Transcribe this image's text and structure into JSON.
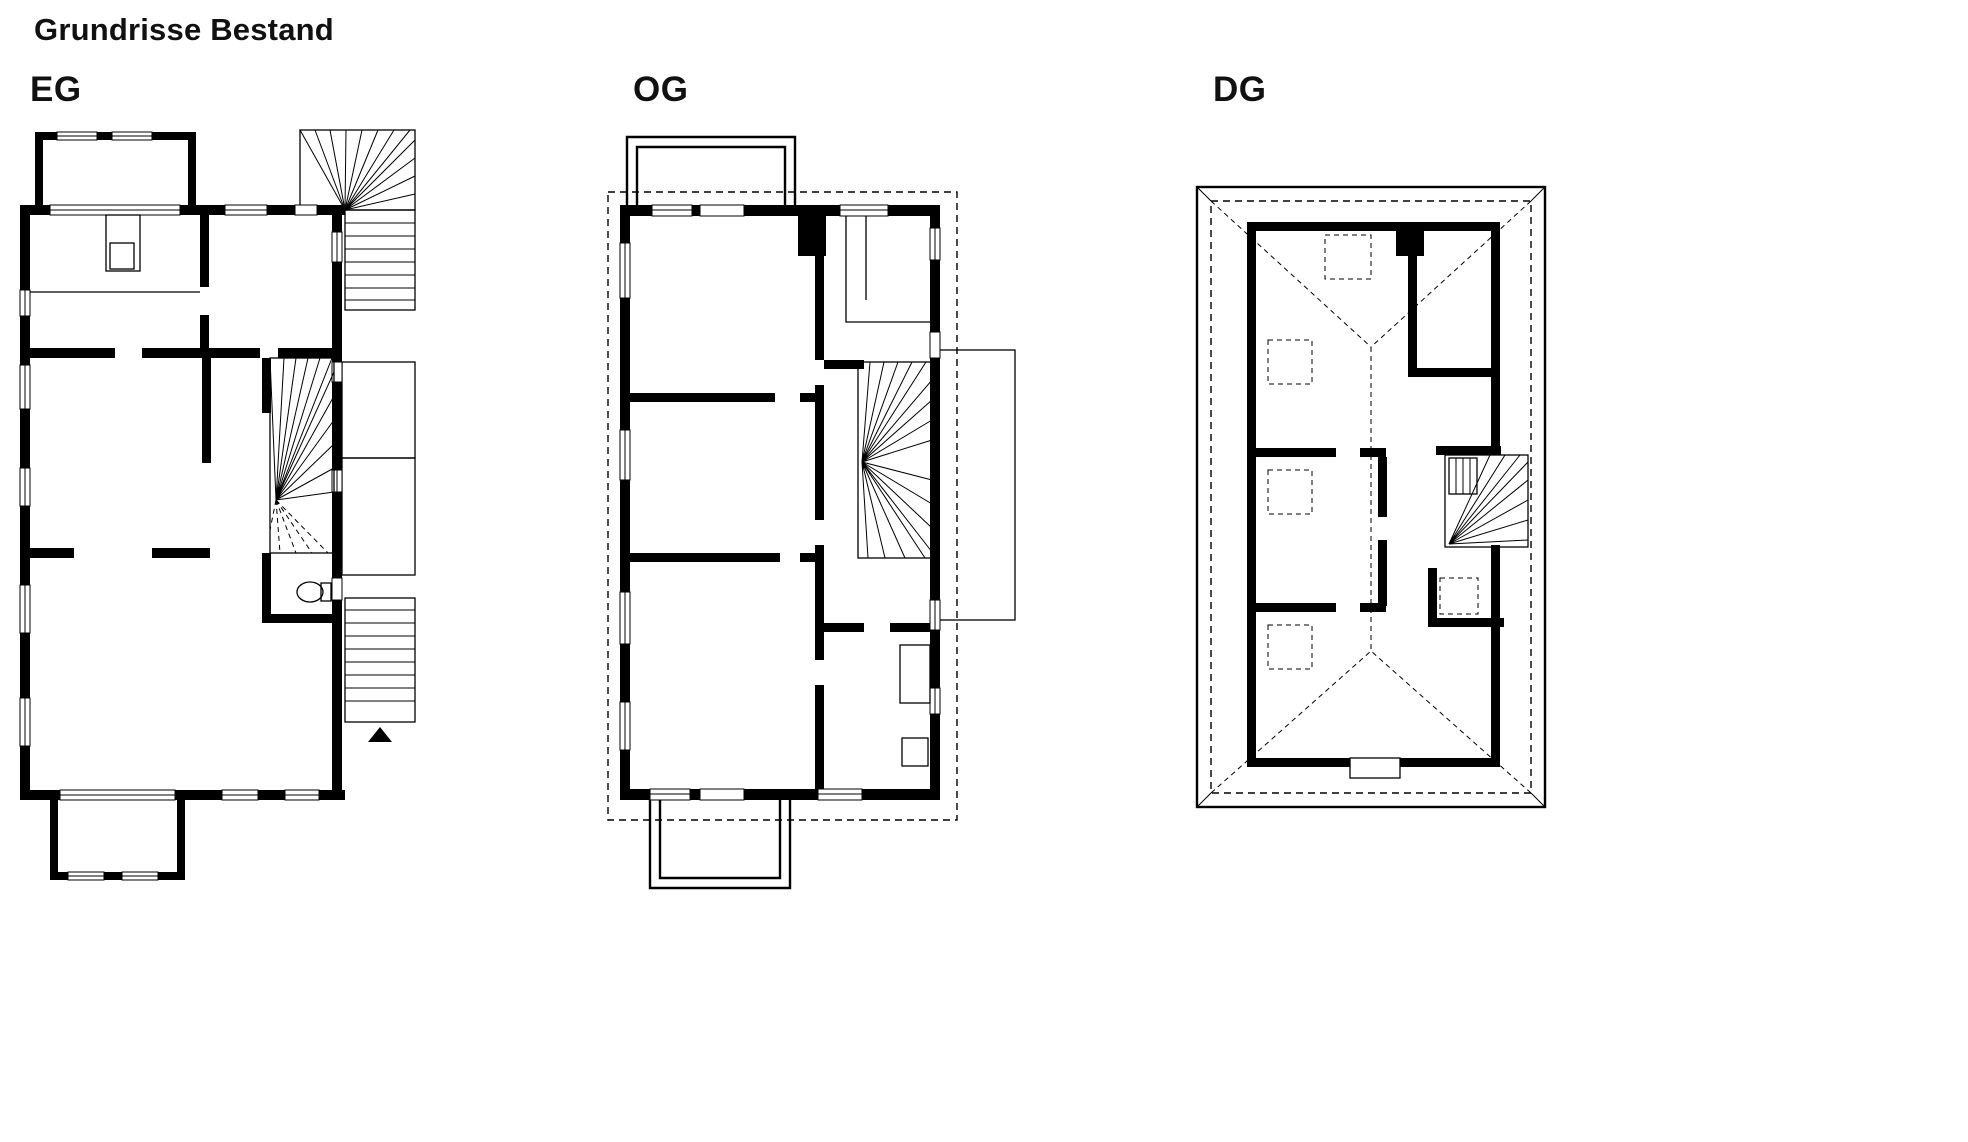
{
  "page": {
    "title": "Grundrisse Bestand",
    "background_color": "#ffffff",
    "ink_color": "#000000"
  },
  "plans": [
    {
      "id": "eg",
      "label": "EG",
      "description": "ground-floor plan with exterior stairs right, bay windows top-left and bottom, spiral stair and WC center-right, entrance arrow bottom-right"
    },
    {
      "id": "og",
      "label": "OG",
      "description": "upper-floor plan with dashed eaves outline, balconies top and bottom, winder stair right, side annex outline right"
    },
    {
      "id": "dg",
      "label": "DG",
      "description": "attic / roof plan with hipped-roof dashed lines, dashed skylight squares, winder stair bottom-right, chimney block top"
    }
  ]
}
